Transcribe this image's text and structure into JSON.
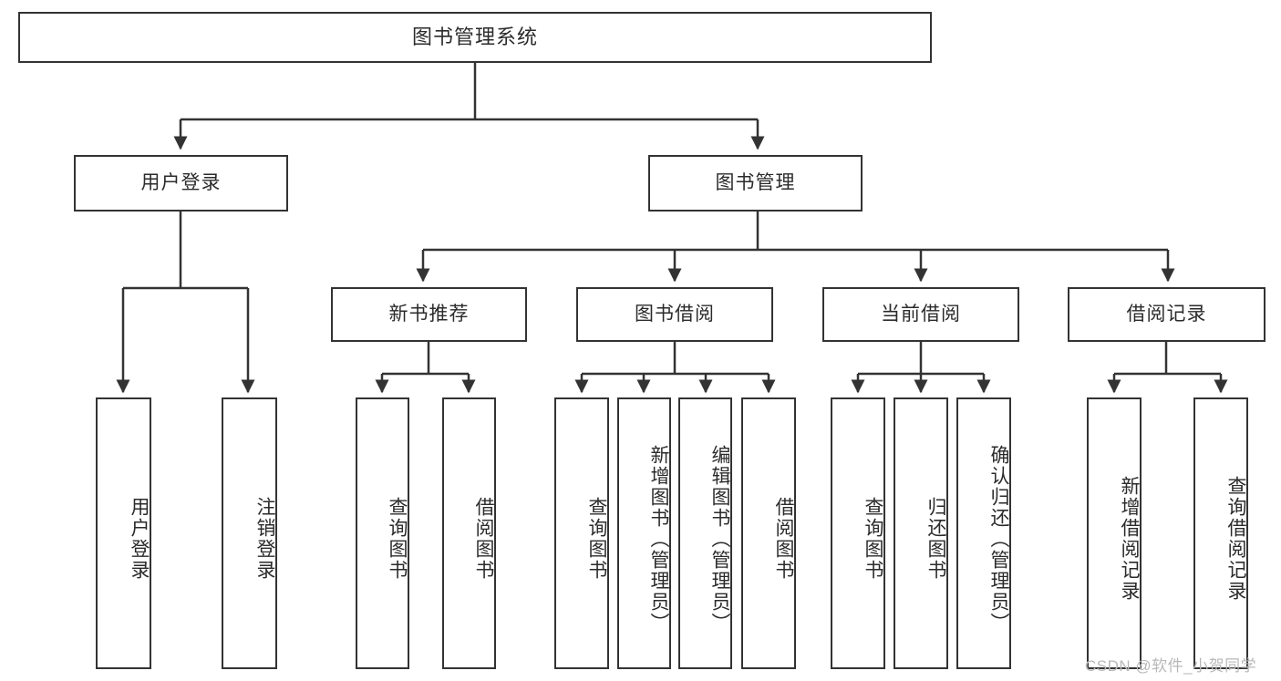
{
  "diagram": {
    "title": "图书管理系统",
    "root": {
      "label": "图书管理系统"
    },
    "level2": [
      {
        "label": "用户登录"
      },
      {
        "label": "图书管理"
      }
    ],
    "level3": [
      {
        "label": "新书推荐"
      },
      {
        "label": "图书借阅"
      },
      {
        "label": "当前借阅"
      },
      {
        "label": "借阅记录"
      }
    ],
    "leaves": [
      {
        "label": "用户登录",
        "parent": "用户登录"
      },
      {
        "label": "注销登录",
        "parent": "用户登录"
      },
      {
        "label": "查询图书",
        "parent": "新书推荐"
      },
      {
        "label": "借阅图书",
        "parent": "新书推荐"
      },
      {
        "label": "查询图书",
        "parent": "图书借阅"
      },
      {
        "label": "新增图书（管理员）",
        "parent": "图书借阅"
      },
      {
        "label": "编辑图书（管理员）",
        "parent": "图书借阅"
      },
      {
        "label": "借阅图书",
        "parent": "图书借阅"
      },
      {
        "label": "查询图书",
        "parent": "当前借阅"
      },
      {
        "label": "归还图书",
        "parent": "当前借阅"
      },
      {
        "label": "确认归还（管理员）",
        "parent": "当前借阅"
      },
      {
        "label": "新增借阅记录",
        "parent": "借阅记录"
      },
      {
        "label": "查询借阅记录",
        "parent": "借阅记录"
      }
    ]
  },
  "watermark": {
    "text": "CSDN @软件_小贺同学"
  },
  "colors": {
    "border": "#333333",
    "text": "#2b2b2b",
    "connector": "#333333",
    "background": "#ffffff",
    "watermark": "#b8b8b8"
  }
}
